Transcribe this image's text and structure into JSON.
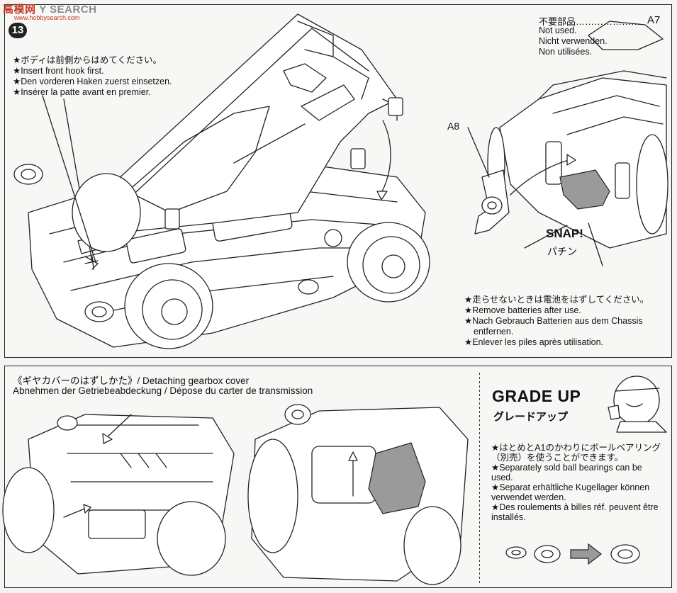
{
  "watermark": {
    "brand_a": "高模网",
    "brand_b": "Y SEARCH",
    "url": "www.hobbysearch.com"
  },
  "step": {
    "number": "13"
  },
  "main_notes": [
    "★ボディは前側からはめてください。",
    "★Insert front hook first.",
    "★Den vorderen Haken zuerst einsetzen.",
    "★Insérer la patte avant en premier."
  ],
  "not_used": {
    "label": "不要部品…………………",
    "code": "A7",
    "lines": [
      "Not used.",
      "Nicht verwenden.",
      "Non utilisées."
    ]
  },
  "part_a8": "A8",
  "snap": {
    "en": "SNAP!",
    "jp": "パチン"
  },
  "battery_notes": [
    "★走らせないときは電池をはずしてください。",
    "★Remove batteries after use.",
    "★Nach Gebrauch Batterien aus dem Chassis",
    "entfernen.",
    "★Enlever les piles après utilisation."
  ],
  "gearbox": {
    "title_line1": "《ギヤカバーのはずしかた》/ Detaching gearbox cover",
    "title_line2": "Abnehmen der Getriebeabdeckung / Dépose du carter de transmission"
  },
  "grade_up": {
    "title": "GRADE UP",
    "subtitle": "グレードアップ",
    "notes": [
      "★はとめとA1のかわりにボールベアリング（別売）を使うことができます。",
      "★Separately sold ball bearings can be used.",
      "★Separat erhältliche Kugellager können verwendet werden.",
      "★Des roulements à billes réf. peuvent être installés."
    ]
  },
  "colors": {
    "line": "#222222",
    "paper": "#f4f4f2",
    "gray_part": "#9a9a9a",
    "watermark": "#c43a2a"
  }
}
